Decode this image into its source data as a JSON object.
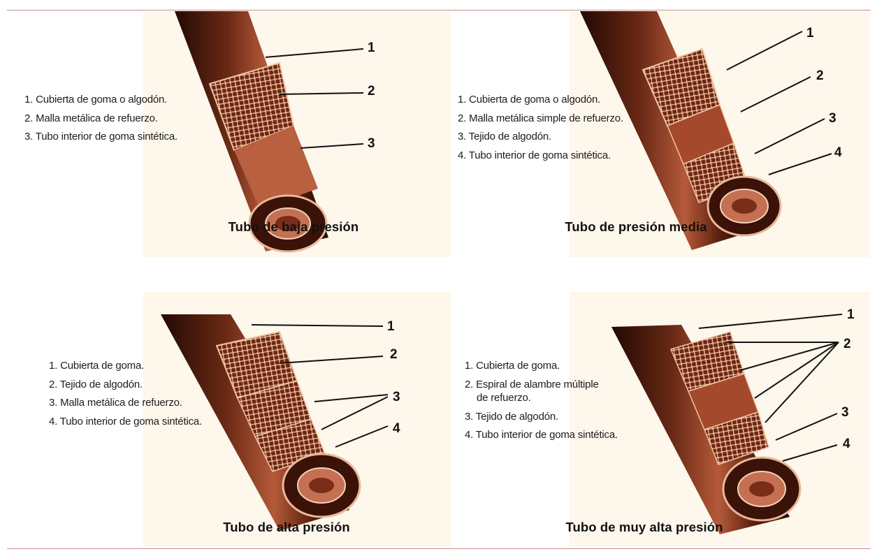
{
  "panels": [
    {
      "title": "Tubo de baja presión",
      "labels": [
        "1. Cubierta de goma o algodón.",
        "2. Malla metálica de refuerzo.",
        "3. Tubo interior de goma sintética."
      ],
      "callouts": [
        "1",
        "2",
        "3"
      ]
    },
    {
      "title": "Tubo de presión media",
      "labels": [
        "1. Cubierta de goma o algodón.",
        "2. Malla metálica simple de refuerzo.",
        "3. Tejido de algodón.",
        "4. Tubo interior de goma sintética."
      ],
      "callouts": [
        "1",
        "2",
        "3",
        "4"
      ]
    },
    {
      "title": "Tubo de alta presión",
      "labels": [
        "1. Cubierta de goma.",
        "2. Tejido de algodón.",
        "3. Malla metálica de refuerzo.",
        "4. Tubo interior de goma sintética."
      ],
      "callouts": [
        "1",
        "2",
        "3",
        "4"
      ]
    },
    {
      "title": "Tubo de muy alta presión",
      "labels": [
        "1. Cubierta de goma.",
        "2. Espiral de alambre múltiple",
        "de refuerzo.",
        "3. Tejido de algodón.",
        "4. Tubo interior de goma sintética."
      ],
      "callouts": [
        "1",
        "2",
        "3",
        "4"
      ]
    }
  ],
  "colors": {
    "hose_dark": "#2a0c05",
    "hose_mid": "#8a3b22",
    "hose_light": "#d9876a",
    "braid": "#f3c9a8",
    "background": "#fdf7ec"
  }
}
